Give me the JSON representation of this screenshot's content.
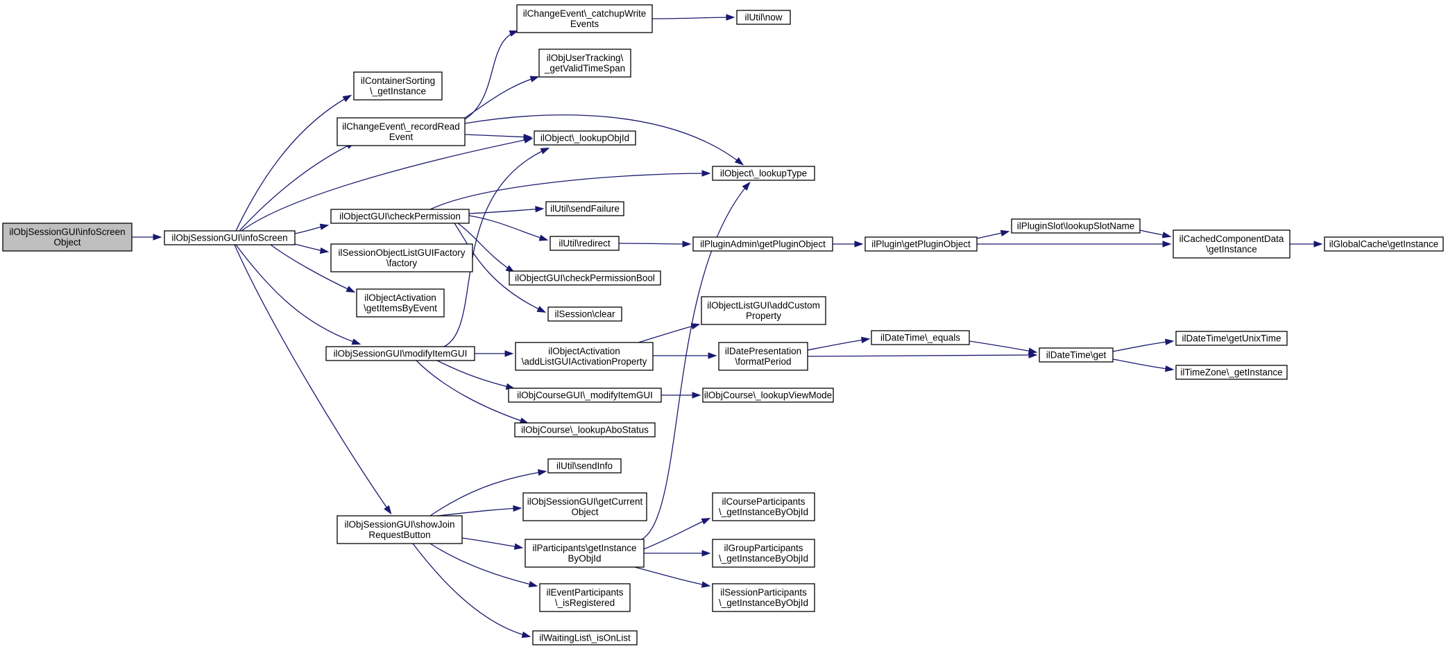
{
  "colors": {
    "edge": "#191970",
    "node_fill": "#ffffff",
    "root_fill": "#bfbfbf",
    "border": "#000000"
  },
  "nodes": {
    "infoScreenObject": [
      "ilObjSessionGUI\\infoScreen",
      "Object"
    ],
    "infoScreen": [
      "ilObjSessionGUI\\infoScreen"
    ],
    "containerSorting": [
      "ilContainerSorting",
      "\\_getInstance"
    ],
    "recordRead": [
      "ilChangeEvent\\_recordRead",
      "Event"
    ],
    "checkPermission": [
      "ilObjectGUI\\checkPermission"
    ],
    "sessionFactory": [
      "ilSessionObjectListGUIFactory",
      "\\factory"
    ],
    "itemsByEvent": [
      "ilObjectActivation",
      "\\getItemsByEvent"
    ],
    "modifyItemGUI": [
      "ilObjSessionGUI\\modifyItemGUI"
    ],
    "showJoin": [
      "ilObjSessionGUI\\showJoin",
      "RequestButton"
    ],
    "catchupWrite": [
      "ilChangeEvent\\_catchupWrite",
      "Events"
    ],
    "validTimeSpan": [
      "ilObjUserTracking\\",
      "_getValidTimeSpan"
    ],
    "lookupObjId": [
      "ilObject\\_lookupObjId"
    ],
    "sendFailure": [
      "ilUtil\\sendFailure"
    ],
    "redirect": [
      "ilUtil\\redirect"
    ],
    "checkPermissionBool": [
      "ilObjectGUI\\checkPermissionBool"
    ],
    "sessionClear": [
      "ilSession\\clear"
    ],
    "addListGUI": [
      "ilObjectActivation",
      "\\addListGUIActivationProperty"
    ],
    "courseModify": [
      "ilObjCourseGUI\\_modifyItemGUI"
    ],
    "aboStatus": [
      "ilObjCourse\\_lookupAboStatus"
    ],
    "sendInfo": [
      "ilUtil\\sendInfo"
    ],
    "currentObject": [
      "ilObjSessionGUI\\getCurrent",
      "Object"
    ],
    "participantsInstance": [
      "ilParticipants\\getInstance",
      "ByObjId"
    ],
    "eventRegistered": [
      "ilEventParticipants",
      "\\_isRegistered"
    ],
    "waitingList": [
      "ilWaitingList\\_isOnList"
    ],
    "utilNow": [
      "ilUtil\\now"
    ],
    "lookupType": [
      "ilObject\\_lookupType"
    ],
    "pluginAdmin": [
      "ilPluginAdmin\\getPluginObject"
    ],
    "customProperty": [
      "ilObjectListGUI\\addCustom",
      "Property"
    ],
    "formatPeriod": [
      "ilDatePresentation",
      "\\formatPeriod"
    ],
    "lookupViewMode": [
      "ilObjCourse\\_lookupViewMode"
    ],
    "courseParticipants": [
      "ilCourseParticipants",
      "\\_getInstanceByObjId"
    ],
    "groupParticipants": [
      "ilGroupParticipants",
      "\\_getInstanceByObjId"
    ],
    "sessionParticipants": [
      "ilSessionParticipants",
      "\\_getInstanceByObjId"
    ],
    "pluginGet": [
      "ilPlugin\\getPluginObject"
    ],
    "dateEquals": [
      "ilDateTime\\_equals"
    ],
    "pluginSlot": [
      "ilPluginSlot\\lookupSlotName"
    ],
    "dateGet": [
      "ilDateTime\\get"
    ],
    "cachedComponent": [
      "ilCachedComponentData",
      "\\getInstance"
    ],
    "unixTime": [
      "ilDateTime\\getUnixTime"
    ],
    "timezone": [
      "ilTimeZone\\_getInstance"
    ],
    "globalCache": [
      "ilGlobalCache\\getInstance"
    ]
  }
}
